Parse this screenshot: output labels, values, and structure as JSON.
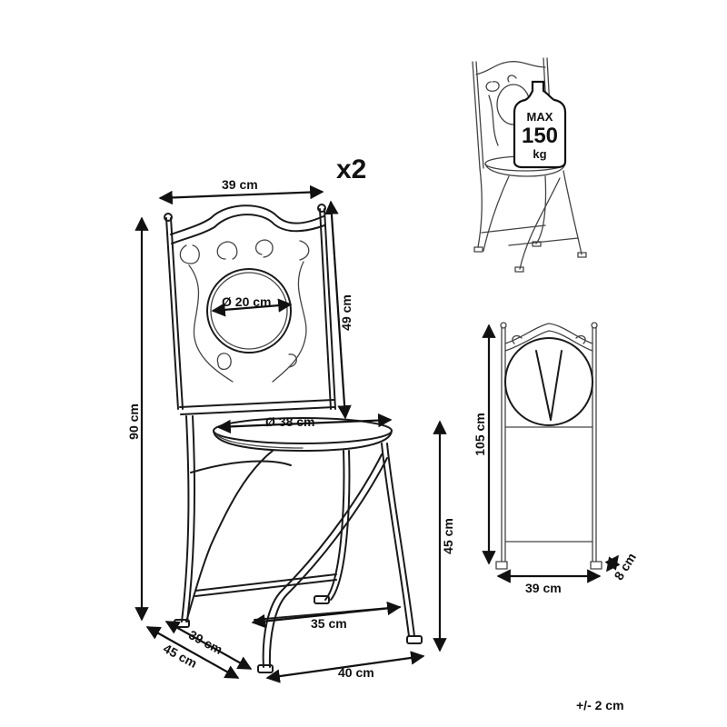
{
  "quantity": "x2",
  "tolerance": "+/- 2 cm",
  "dimensions": {
    "backrest_width": "39 cm",
    "total_height": "90 cm",
    "backrest_height": "49 cm",
    "backrest_circle": "Ø 20 cm",
    "seat_diameter": "Ø 38 cm",
    "seat_height": "45 cm",
    "leg_spread": "35 cm",
    "base_depth_inner": "39 cm",
    "base_depth_outer": "45 cm",
    "base_width": "40 cm",
    "folded_height": "105 cm",
    "folded_width": "39 cm",
    "folded_depth": "8 cm"
  },
  "max_load": {
    "line1": "MAX",
    "line2": "150",
    "line3": "kg"
  }
}
